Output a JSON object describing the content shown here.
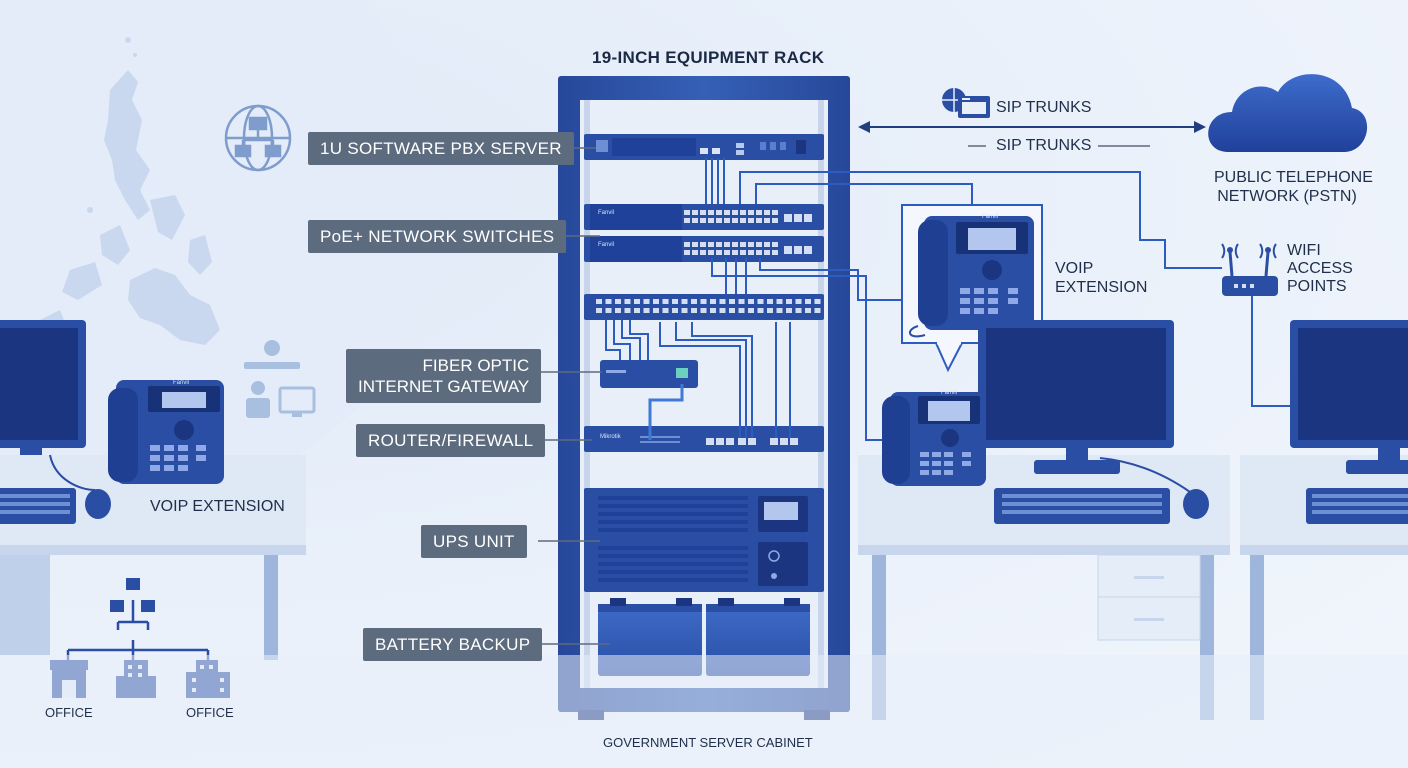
{
  "rack": {
    "title": "19-INCH EQUIPMENT RACK",
    "caption": "GOVERNMENT SERVER CABINET"
  },
  "labels": {
    "pbx": "1U SOFTWARE PBX SERVER",
    "poe": "PoE+ NETWORK SWITCHES",
    "fiber_line1": "FIBER OPTIC",
    "fiber_line2": "INTERNET GATEWAY",
    "router": "ROUTER/FIREWALL",
    "ups": "UPS UNIT",
    "battery": "BATTERY BACKUP"
  },
  "sip": {
    "top": "SIP TRUNKS",
    "bottom": "SIP TRUNKS"
  },
  "cloud": {
    "line1": "PUBLIC TELEPHONE",
    "line2": "NETWORK (PSTN)"
  },
  "wifi": {
    "line1": "WIFI",
    "line2": "ACCESS",
    "line3": "POINTS"
  },
  "voip_right": {
    "line1": "VOIP",
    "line2": "EXTENSION"
  },
  "voip_left": "VOIP EXTENSION",
  "offices": {
    "left": "OFFICE",
    "right": "OFFICE"
  },
  "phone_brand": "Fanvil",
  "device_brands": {
    "switch1": "Fanvil",
    "switch2": "Fanvil",
    "router": "Mikrotik"
  },
  "colors": {
    "rack_blue": "#2c4f9e",
    "label_gray": "#5d6b7f",
    "cable_blue": "#2d5cc0",
    "cloud_blue": "#2f57b3"
  }
}
